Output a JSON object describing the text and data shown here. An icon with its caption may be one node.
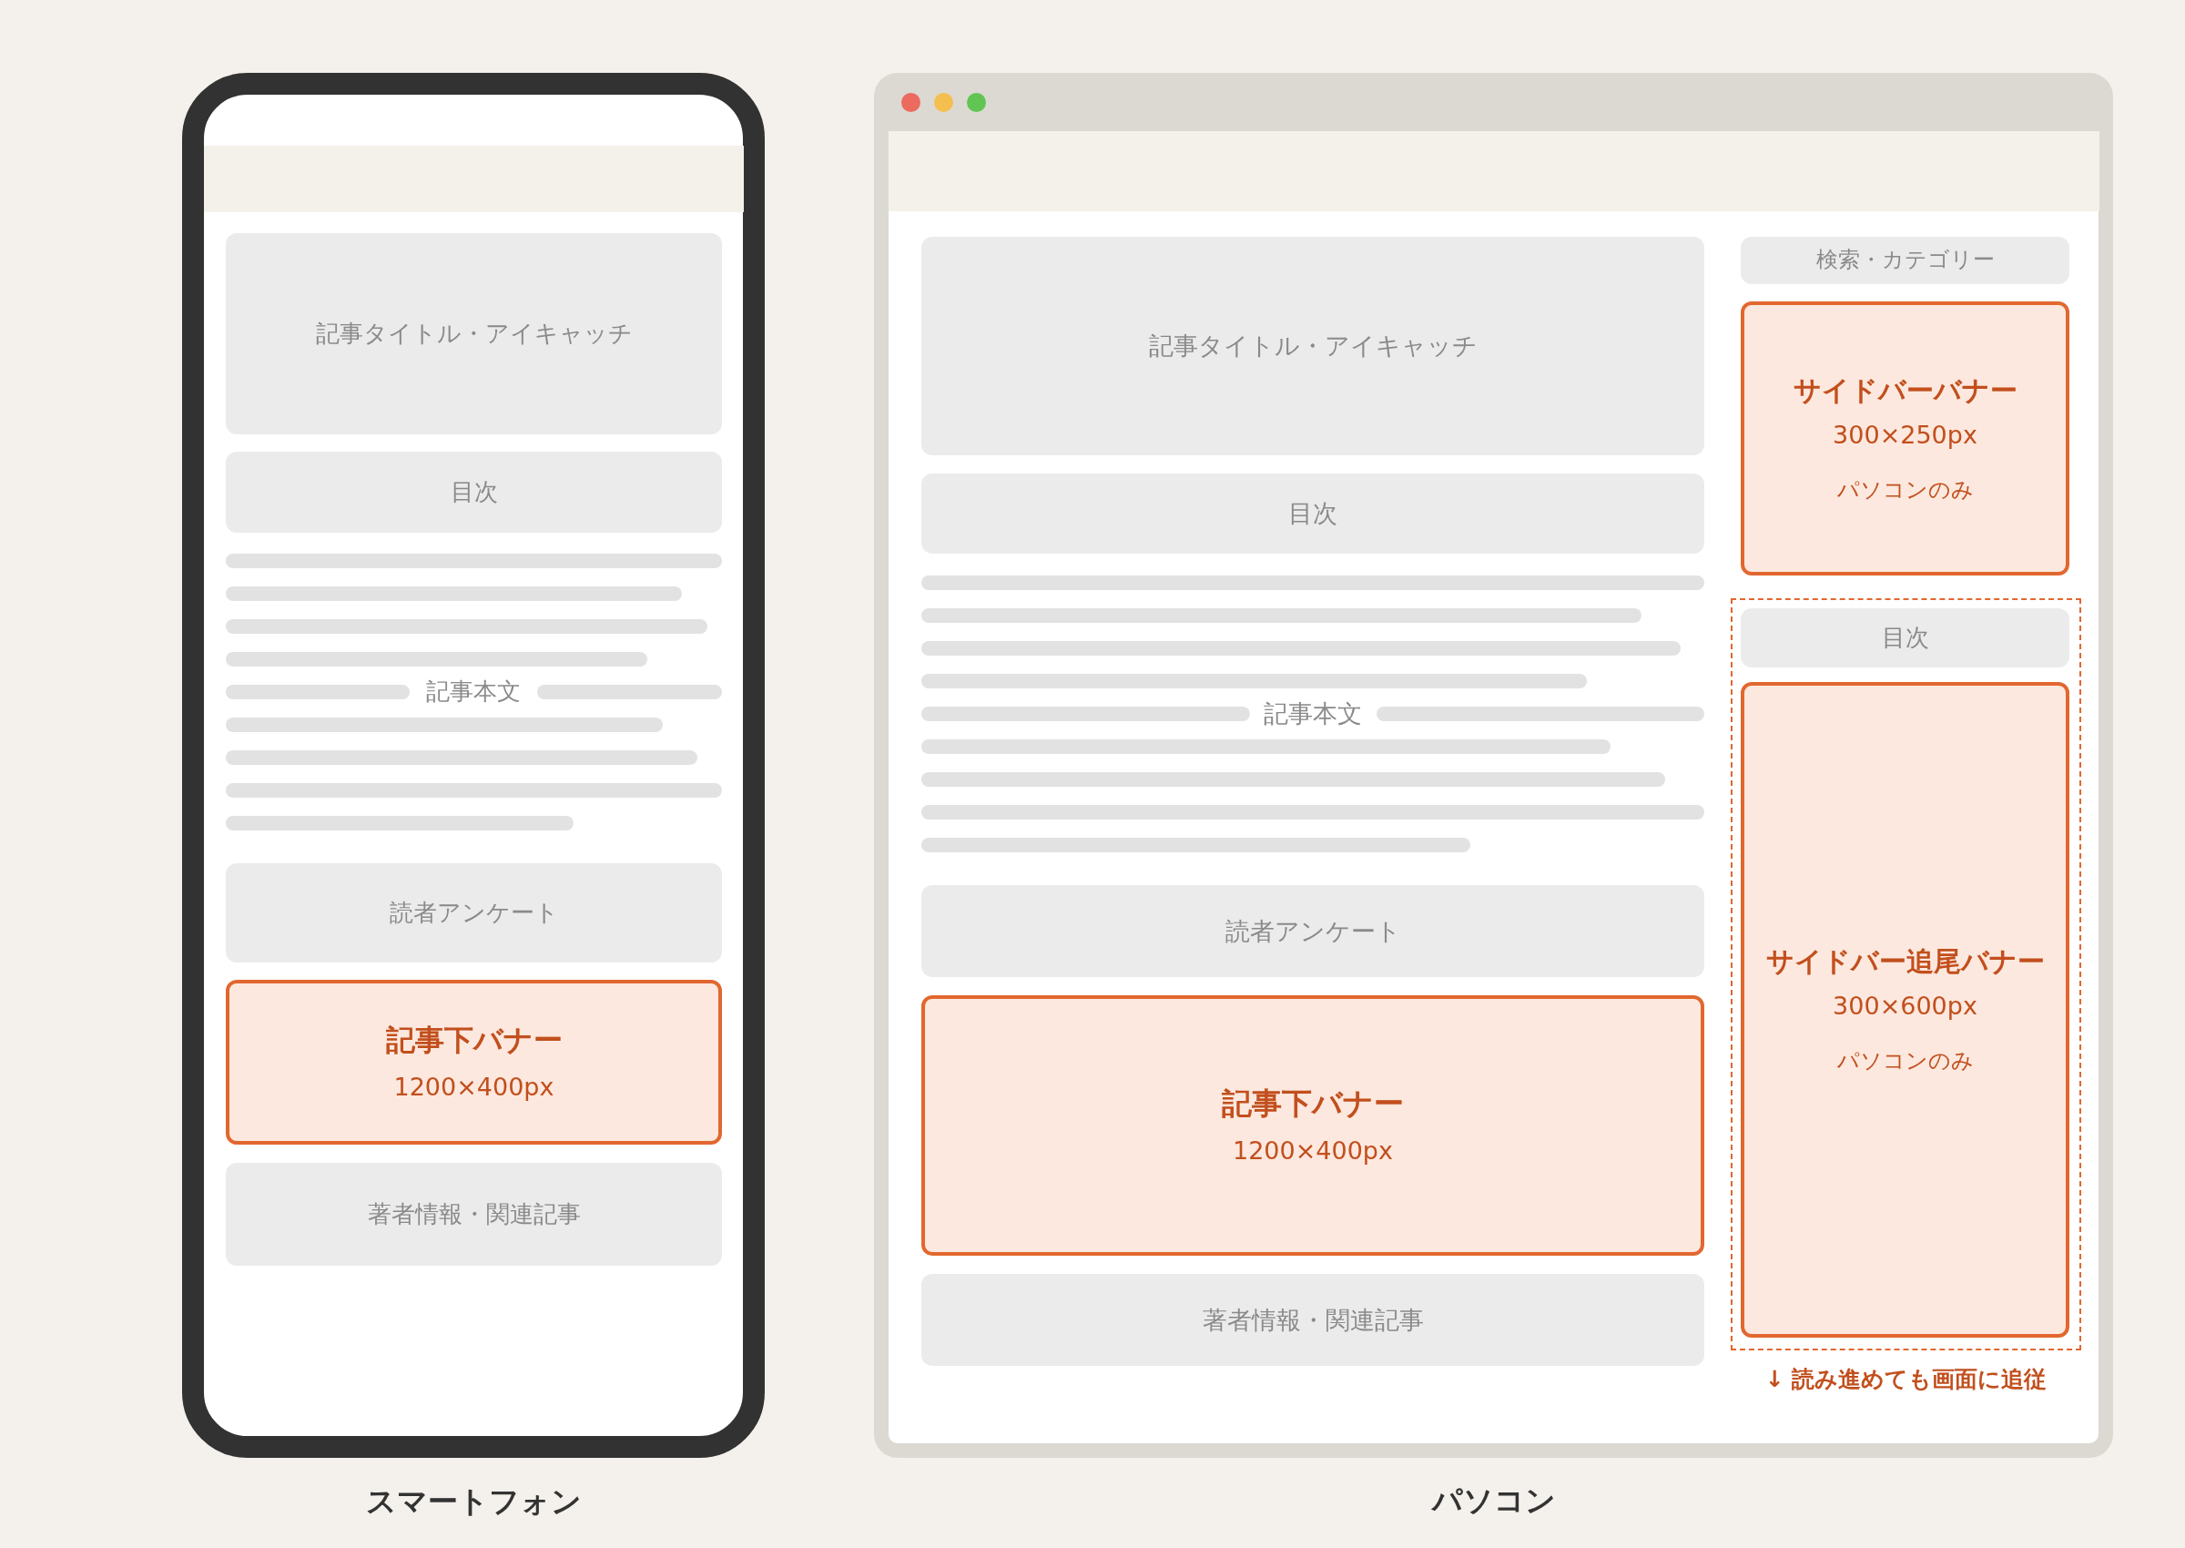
{
  "diagram": {
    "nodes": [
      {
        "text": [
          "スマートフォン"
        ]
      },
      {
        "text": [],
        "shape": "box",
        "in": 0
      },
      {
        "text": [
          "記事タイトル・アイキャッチ"
        ],
        "in": 0
      },
      {
        "text": [
          "目次"
        ],
        "in": 0
      },
      {
        "text": [
          "読者アンケート"
        ],
        "in": 0
      },
      {
        "text": [
          "記事下バナー",
          "1200×400px"
        ],
        "in": 0
      },
      {
        "text": [
          "著者情報・関連記事"
        ],
        "in": 0
      },
      {
        "text": [
          "パソコン"
        ]
      },
      {
        "text": [],
        "shape": "box",
        "in": 7
      },
      {
        "text": [
          "記事タイトル・アイキャッチ"
        ],
        "in": 7
      },
      {
        "text": [
          "目次"
        ],
        "in": 7
      },
      {
        "text": [
          "読者アンケート"
        ],
        "in": 7
      },
      {
        "text": [
          "記事下バナー",
          "1200×400px"
        ],
        "in": 7
      },
      {
        "text": [
          "著者情報・関連記事"
        ],
        "in": 7
      },
      {
        "text": [
          "検索・カテゴリー"
        ],
        "in": 7
      },
      {
        "text": [
          "サイドバーバナー",
          "300×250px",
          "パソコンのみ"
        ],
        "in": 7
      },
      {
        "text": [],
        "shape": "box",
        "in": 7,
        "beside": [
          "↓ 読み進めても画面に追従"
        ]
      },
      {
        "text": [
          "目次"
        ],
        "in": 16
      },
      {
        "text": [
          "サイドバー追尾バナー",
          "300×600px",
          "パソコンのみ"
        ],
        "in": 16
      }
    ],
    "labels": [
      "記事本文",
      "記事本文"
    ]
  }
}
